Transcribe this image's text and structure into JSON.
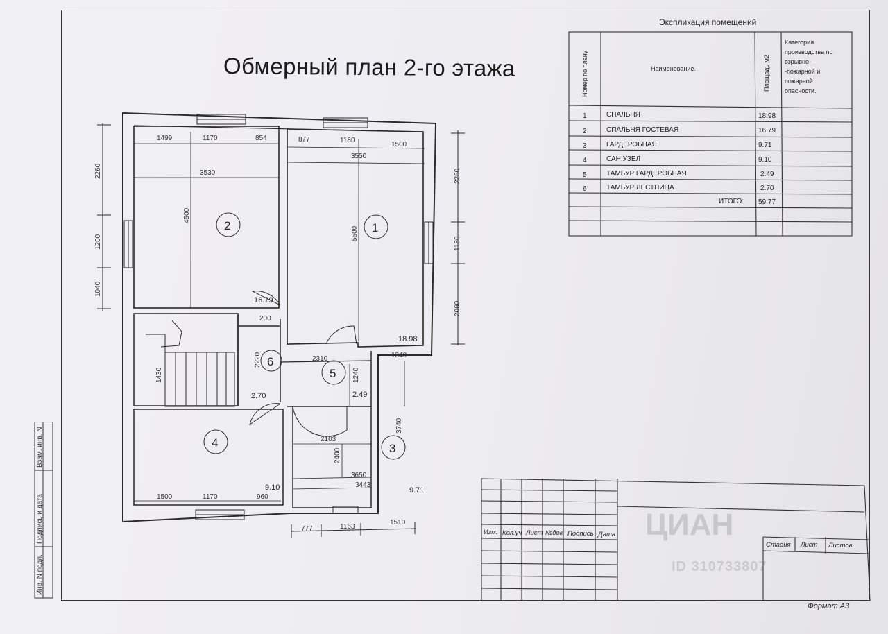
{
  "title": "Обмерный план 2-го этажа",
  "rooms": [
    {
      "num": "1",
      "area": "18.98"
    },
    {
      "num": "2",
      "area": "16.79"
    },
    {
      "num": "3",
      "area": "9.71"
    },
    {
      "num": "4",
      "area": "9.10"
    },
    {
      "num": "5",
      "area": "2.49"
    },
    {
      "num": "6",
      "area": "2.70"
    }
  ],
  "dims": {
    "top_left": [
      "1499",
      "1170",
      "854"
    ],
    "top_right": [
      "877",
      "1180",
      "1500"
    ],
    "room2_width": "3530",
    "room1_width": "3550",
    "room2_height": "4500",
    "room1_height": "5500",
    "left_side": [
      "2260",
      "1200",
      "1040"
    ],
    "right_side": [
      "2260",
      "1180",
      "2060"
    ],
    "hall": [
      "200",
      "2220",
      "2310",
      "1340",
      "1240"
    ],
    "stair": "1430",
    "room3": [
      "2103",
      "2400",
      "3740",
      "3650",
      "3443"
    ],
    "bottom_left": [
      "1500",
      "1170",
      "960"
    ],
    "bottom_right": [
      "777",
      "1163",
      "1510"
    ]
  },
  "explication": {
    "title": "Экспликация помещений",
    "headers": {
      "num": "Номер по плану",
      "name": "Наименование.",
      "area": "Площадь м2",
      "category": [
        "Категория",
        "производства по",
        "взрывно-",
        "-пожарной и",
        "пожарной",
        "опасности."
      ]
    },
    "rows": [
      {
        "num": "1",
        "name": "СПАЛЬНЯ",
        "area": "18.98"
      },
      {
        "num": "2",
        "name": "СПАЛЬНЯ ГОСТЕВАЯ",
        "area": "16.79"
      },
      {
        "num": "3",
        "name": "ГАРДЕРОБНАЯ",
        "area": "9.71"
      },
      {
        "num": "4",
        "name": "САН.УЗЕЛ",
        "area": "9.10"
      },
      {
        "num": "5",
        "name": "ТАМБУР ГАРДЕРОБНАЯ",
        "area": "2.49"
      },
      {
        "num": "6",
        "name": "ТАМБУР ЛЕСТНИЦА",
        "area": "2.70"
      }
    ],
    "total_label": "ИТОГО:",
    "total_value": "59.77"
  },
  "title_block": {
    "cols": [
      "Изм.",
      "Кол.уч",
      "Лист",
      "№док",
      "Подпись",
      "Дата"
    ],
    "right_cols": [
      "Стадия",
      "Лист",
      "Листов"
    ]
  },
  "side_stamp": [
    "Инв. N подл.",
    "Подпись и дата",
    "Взам. инв. N"
  ],
  "watermark": "ЦИАН",
  "watermark_id": "ID 310733807",
  "format": "Формат А3"
}
